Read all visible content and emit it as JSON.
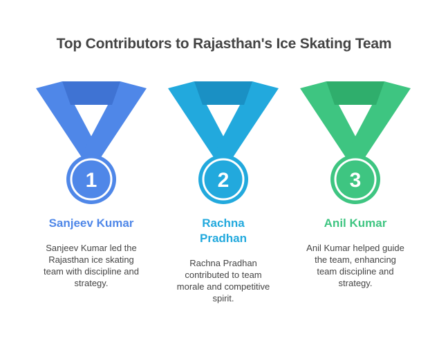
{
  "title": "Top Contributors to Rajasthan's Ice Skating Team",
  "contributors": [
    {
      "rank": "1",
      "name": "Sanjeev Kumar",
      "description": "Sanjeev Kumar led the Rajasthan ice skating team with discipline and strategy.",
      "color": "#4F87E8",
      "shade": "#3F73D3"
    },
    {
      "rank": "2",
      "name": "Rachna Pradhan",
      "description": "Rachna Pradhan contributed to team morale and competitive spirit.",
      "color": "#22A9DD",
      "shade": "#1A90C4"
    },
    {
      "rank": "3",
      "name": "Anil Kumar",
      "description": "Anil Kumar helped guide the team, enhancing team discipline and strategy.",
      "color": "#3EC581",
      "shade": "#2FAE6C"
    }
  ]
}
